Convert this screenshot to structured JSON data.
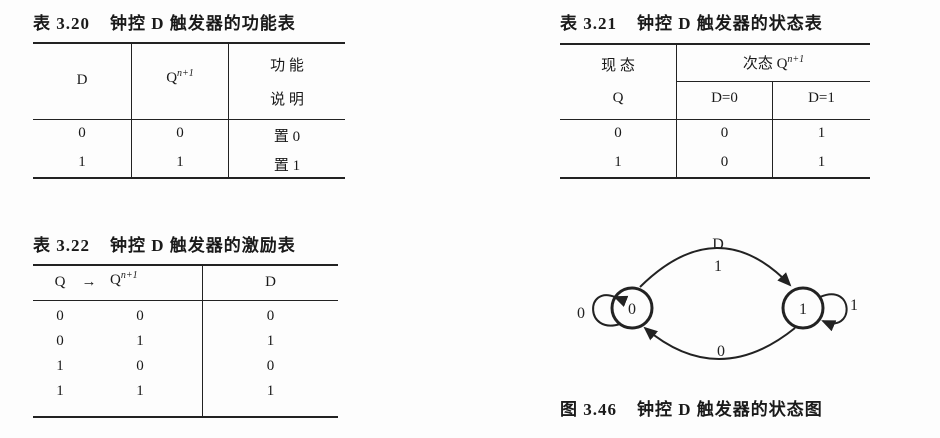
{
  "table_3_20": {
    "number": "表 3.20",
    "title": "钟控 D 触发器的功能表",
    "headers": [
      "D",
      "Q",
      "n+1",
      "功 能",
      "说 明"
    ],
    "rows": [
      [
        "0",
        "0",
        "置 0"
      ],
      [
        "1",
        "1",
        "置 1"
      ]
    ]
  },
  "table_3_21": {
    "number": "表 3.21",
    "title": "钟控 D 触发器的状态表",
    "headers": {
      "current_top": "现 态",
      "current_bottom": "Q",
      "next": "次态 Q",
      "next_sup": "n+1",
      "d0": "D=0",
      "d1": "D=1"
    },
    "rows": [
      [
        "0",
        "0",
        "1"
      ],
      [
        "1",
        "0",
        "1"
      ]
    ]
  },
  "table_3_22": {
    "number": "表 3.22",
    "title": "钟控 D 触发器的激励表",
    "headers": {
      "q": "Q",
      "arrow": "→",
      "qn": "Q",
      "qn_sup": "n+1",
      "d": "D"
    },
    "rows": [
      [
        "0",
        "0",
        "0"
      ],
      [
        "0",
        "1",
        "1"
      ],
      [
        "1",
        "0",
        "0"
      ],
      [
        "1",
        "1",
        "1"
      ]
    ]
  },
  "figure_3_46": {
    "number": "图 3.46",
    "title": "钟控 D 触发器的状态图",
    "states": [
      "0",
      "1"
    ],
    "top_label_input": "D",
    "top_label": "1",
    "bottom_label": "0",
    "self_loop_0": "0",
    "self_loop_1": "1"
  }
}
